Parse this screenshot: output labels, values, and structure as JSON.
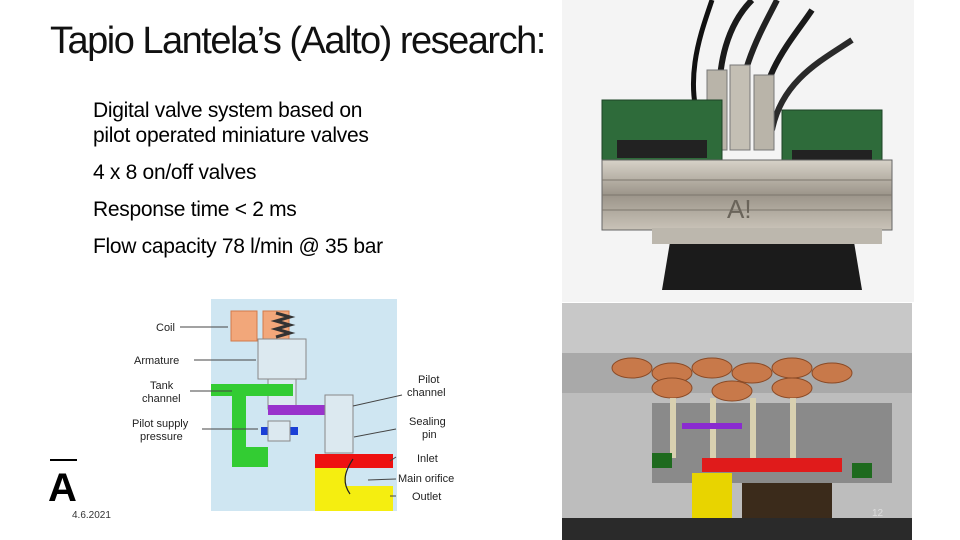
{
  "slide": {
    "title": "Tapio Lantela’s (Aalto) research:",
    "bullets": [
      {
        "line1": "Digital valve system based on",
        "line2": "pilot operated miniature valves"
      },
      {
        "line1": "4 x 8 on/off valves"
      },
      {
        "line1": "Response time < 2 ms"
      },
      {
        "line1": "Flow capacity 78 l/min @ 35 bar"
      }
    ],
    "date": "4.6.2021",
    "page_number": "12",
    "logo_text": "A"
  },
  "diagram": {
    "labels": {
      "coil": "Coil",
      "armature": "Armature",
      "tank_line1": "Tank",
      "tank_line2": "channel",
      "pilot_supply_line1": "Pilot supply",
      "pilot_supply_line2": "pressure",
      "pilot_channel_line1": "Pilot",
      "pilot_channel_line2": "channel",
      "sealing_pin_line1": "Sealing",
      "sealing_pin_line2": "pin",
      "inlet": "Inlet",
      "main_orifice": "Main orifice",
      "outlet": "Outlet"
    },
    "colors": {
      "coil": "#f2a77a",
      "tank": "#33cc33",
      "pilot": "#9933cc",
      "inlet": "#ee1111",
      "outlet": "#f5ee10",
      "supply": "#1a3fd6",
      "body": "#cfe6f2"
    }
  },
  "images": {
    "photo": "digital-valve-photo",
    "cutaway": "valve-cutaway-render"
  }
}
